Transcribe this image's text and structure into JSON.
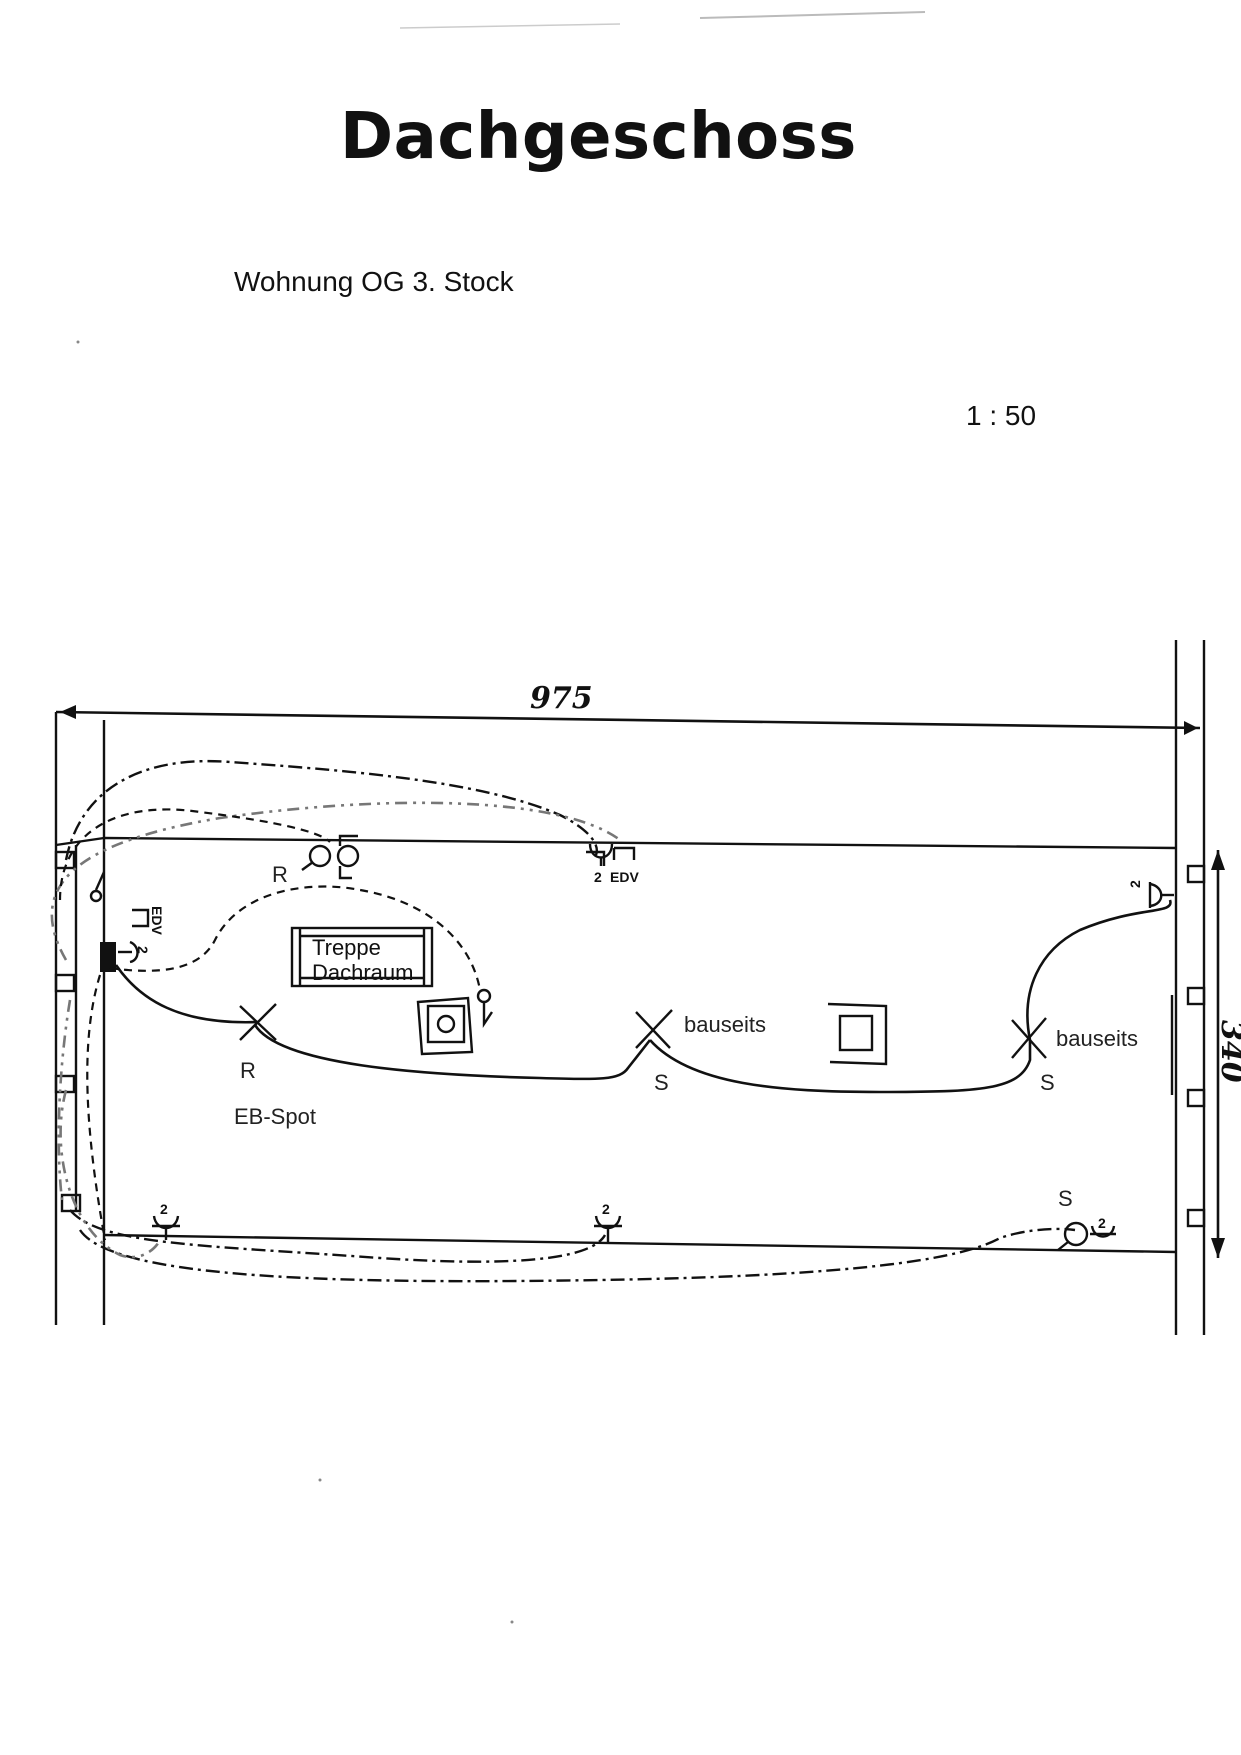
{
  "header": {
    "title": "Dachgeschoss",
    "subtitle": "Wohnung OG 3. Stock",
    "scale": "1 : 50"
  },
  "dimensions": {
    "width": "975",
    "height": "340"
  },
  "labels": {
    "r_top": "R",
    "r_left": "R",
    "eb_spot": "EB-Spot",
    "bauseits_1": "bauseits",
    "bauseits_2": "bauseits",
    "s_1": "S",
    "s_2": "S",
    "s_bottom": "S",
    "stair_line1": "Treppe",
    "stair_line2": "Dachraum",
    "edv_top": "EDV",
    "edv_left": "EDV",
    "outlet_count": "2"
  },
  "colors": {
    "ink": "#111111",
    "grey_wire": "#777777",
    "paper": "#ffffff"
  },
  "icons": [
    "light-fixture-x-icon",
    "switch-icon",
    "outlet-icon",
    "data-socket-icon",
    "ceiling-light-square-icon",
    "distribution-box-icon"
  ]
}
